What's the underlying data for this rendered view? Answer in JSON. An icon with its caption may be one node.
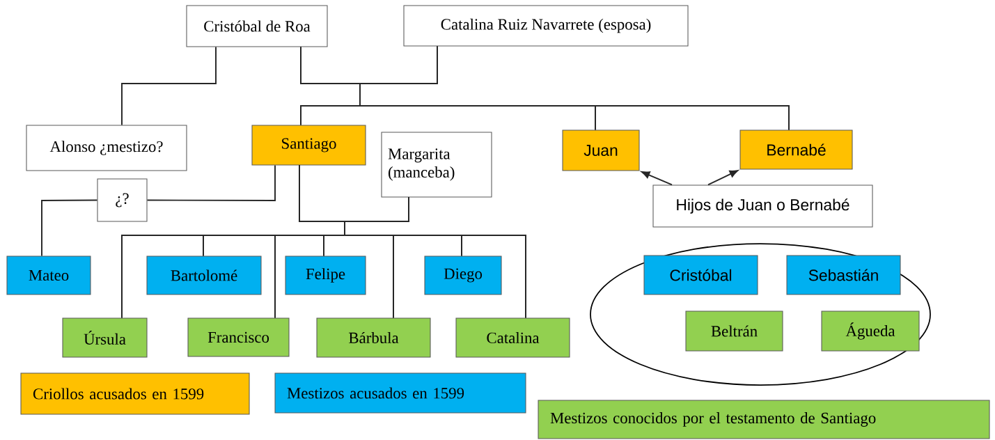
{
  "diagram": {
    "nodes": [
      {
        "text": [
          "Cristóbal de Roa"
        ]
      },
      {
        "text": [
          "Catalina Ruiz Navarrete (esposa)"
        ]
      },
      {
        "text": [
          "Alonso ¿mestizo?"
        ]
      },
      {
        "text": [
          "Santiago"
        ]
      },
      {
        "text": [
          "Margarita (manceba)"
        ]
      },
      {
        "text": [
          "Juan"
        ]
      },
      {
        "text": [
          "Bernabé"
        ]
      },
      {
        "text": [
          "¿?"
        ]
      },
      {
        "text": [
          "Hijos de Juan o Bernabé"
        ]
      },
      {
        "text": [
          "Mateo"
        ]
      },
      {
        "text": [
          "Bartolomé"
        ]
      },
      {
        "text": [
          "Felipe"
        ]
      },
      {
        "text": [
          "Diego"
        ]
      },
      {
        "text": [
          "Úrsula"
        ]
      },
      {
        "text": [
          "Francisco"
        ]
      },
      {
        "text": [
          "Bárbula"
        ]
      },
      {
        "text": [
          "Catalina"
        ]
      },
      {
        "text": [],
        "shape": "ellipse"
      },
      {
        "text": [
          "Cristóbal"
        ],
        "in": 17
      },
      {
        "text": [
          "Sebastián"
        ],
        "in": 17
      },
      {
        "text": [
          "Beltrán"
        ],
        "in": 17
      },
      {
        "text": [
          "Águeda"
        ],
        "in": 17
      }
    ],
    "edges": [
      {
        "from": 0,
        "to": 2,
        "arrow": "none"
      },
      {
        "from": 0,
        "to": 3,
        "arrow": "none"
      },
      {
        "from": 1,
        "to": 3,
        "arrow": "none"
      },
      {
        "from": 0,
        "to": 5,
        "arrow": "none"
      },
      {
        "from": 1,
        "to": 5,
        "arrow": "none"
      },
      {
        "from": 0,
        "to": 6,
        "arrow": "none"
      },
      {
        "from": 1,
        "to": 6,
        "arrow": "none"
      },
      {
        "from": 3,
        "to": 7,
        "arrow": "none"
      },
      {
        "from": 7,
        "to": 9,
        "arrow": "none"
      },
      {
        "from": 3,
        "to": 10,
        "arrow": "none"
      },
      {
        "from": 4,
        "to": 10,
        "arrow": "none"
      },
      {
        "from": 3,
        "to": 11,
        "arrow": "none"
      },
      {
        "from": 4,
        "to": 11,
        "arrow": "none"
      },
      {
        "from": 3,
        "to": 12,
        "arrow": "none"
      },
      {
        "from": 4,
        "to": 12,
        "arrow": "none"
      },
      {
        "from": 3,
        "to": 13,
        "arrow": "none"
      },
      {
        "from": 4,
        "to": 13,
        "arrow": "none"
      },
      {
        "from": 3,
        "to": 14,
        "arrow": "none"
      },
      {
        "from": 4,
        "to": 14,
        "arrow": "none"
      },
      {
        "from": 3,
        "to": 15,
        "arrow": "none"
      },
      {
        "from": 4,
        "to": 15,
        "arrow": "none"
      },
      {
        "from": 3,
        "to": 16,
        "arrow": "none"
      },
      {
        "from": 4,
        "to": 16,
        "arrow": "none"
      },
      {
        "from": 8,
        "to": 5,
        "arrow": "to"
      },
      {
        "from": 8,
        "to": 6,
        "arrow": "to"
      }
    ],
    "legend": [
      {
        "text": "Criollos acusados en 1599",
        "color": "#ffc000"
      },
      {
        "text": "Mestizos acusados en 1599",
        "color": "#00b0f0"
      },
      {
        "text": "Mestizos conocidos por el testamento de Santiago",
        "color": "#92d050"
      }
    ]
  }
}
